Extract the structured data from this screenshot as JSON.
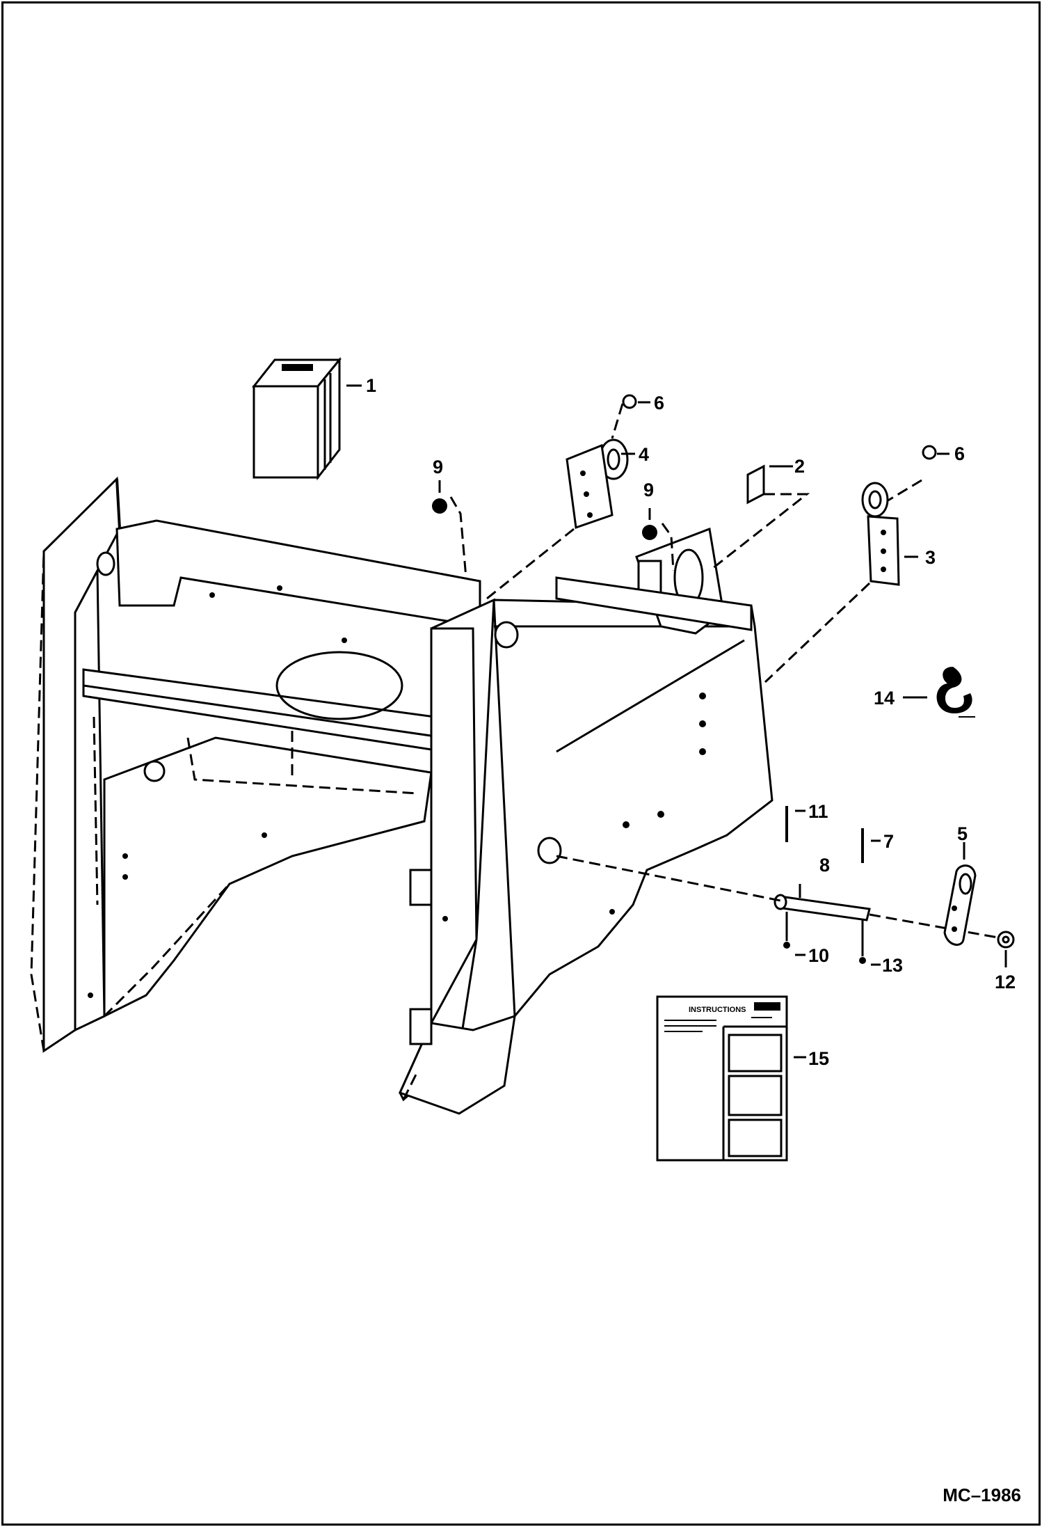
{
  "figure_id": "MC–1986",
  "callouts": [
    "1",
    "2",
    "3",
    "4",
    "5",
    "6",
    "6",
    "7",
    "8",
    "9",
    "9",
    "10",
    "11",
    "12",
    "13",
    "14",
    "15"
  ],
  "decal_title": "INSTRUCTIONS"
}
